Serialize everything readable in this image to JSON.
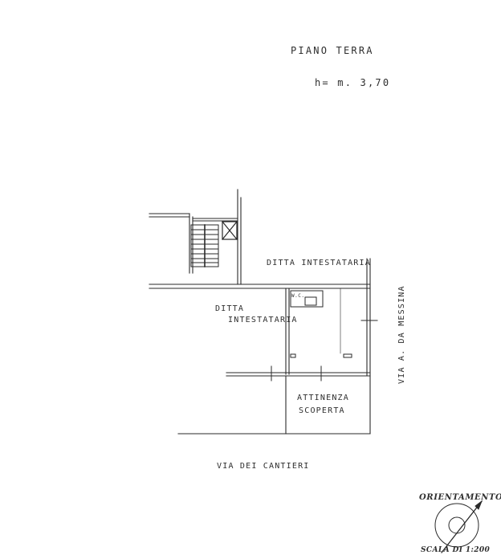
{
  "header": {
    "floor_label": "PIANO TERRA",
    "height_label": "h= m. 3,70"
  },
  "rooms": {
    "upper": "DITTA INTESTATARIA",
    "left_line1": "DITTA",
    "left_line2": "INTESTATARIA",
    "wc": "W.C.",
    "yard_line1": "ATTINENZA",
    "yard_line2": "SCOPERTA"
  },
  "streets": {
    "bottom": "VIA DEI CANTIERI",
    "right": "VIA A. DA MESSINA"
  },
  "legend": {
    "orientation": "ORIENTAMENTO",
    "scale": "SCALA DI 1:200"
  },
  "colors": {
    "ink": "#2a2a2a",
    "paper": "#ffffff"
  }
}
